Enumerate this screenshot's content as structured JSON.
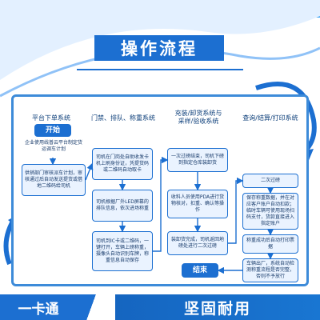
{
  "title": "操作流程",
  "lanes": [
    {
      "title": "平台下单系统"
    },
    {
      "title": "门禁、排队、称重系统"
    },
    {
      "title": "充装/卸货系统与\n采样/验收系统"
    },
    {
      "title": "查询/结算/打印系统"
    }
  ],
  "boxes": {
    "start": "开始",
    "l1b1": "企业使用线普云平台制定货运调车计划",
    "l1b2": "供销部门审核派车计划，审核通过后自动发送提货或借地二维码给司机",
    "l2b1": "司机在门岗处自助收发卡机上刷身份证，凭提货码或二维码自动取卡",
    "l2b2": "司机根据厂外LED屏幕的排队信息，依次进场称重",
    "l2b3": "司机到IC卡或二维码，一键打开，车辆上磅称重，摄像头自动识别车牌，称重信息自动保存",
    "l3b1": "一次过磅结束，司机下磅到指定仓库装卸货",
    "l3b2": "收料人员使用PDA进行货物核对，扣重、确认等操作",
    "l3b3": "装卸货完成，司机返回地磅处进行二次过磅",
    "l3end": "结束",
    "l4b1": "二次过磅",
    "l4b2": "保存称重数据，并在对应客户账户自动扣款；临时车辆可使用现场扫码支付，货款直接进入指定账户",
    "l4b3": "称重成功后自动打印票据",
    "l4b4": "车辆出厂，系统自动检测称重流程是否完整，否则不予放行"
  },
  "footer": {
    "left": "一卡通",
    "right": "坚固耐用"
  }
}
